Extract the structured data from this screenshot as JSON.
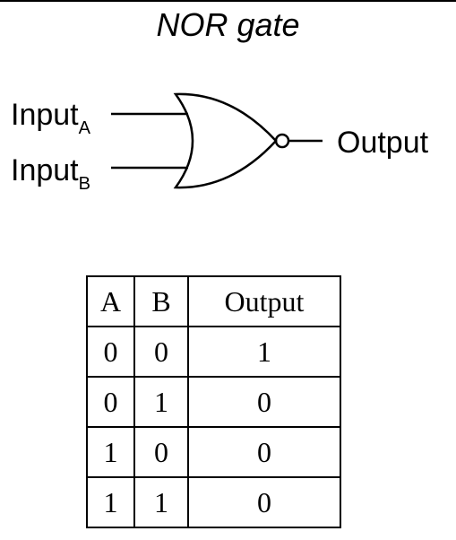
{
  "title": "NOR gate",
  "inputs": [
    {
      "name": "Input",
      "subscript": "A"
    },
    {
      "name": "Input",
      "subscript": "B"
    }
  ],
  "output_label": "Output",
  "truth_table": {
    "headers": [
      "A",
      "B",
      "Output"
    ],
    "rows": [
      [
        "0",
        "0",
        "1"
      ],
      [
        "0",
        "1",
        "0"
      ],
      [
        "1",
        "0",
        "0"
      ],
      [
        "1",
        "1",
        "0"
      ]
    ]
  }
}
